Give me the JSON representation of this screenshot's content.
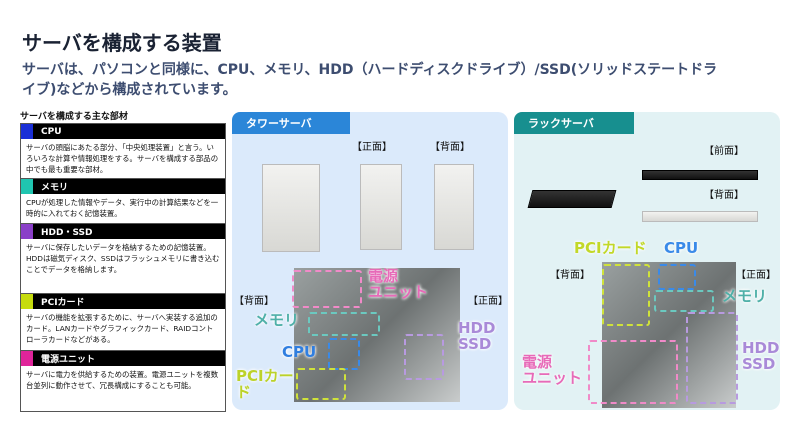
{
  "title": "サーバを構成する装置",
  "subtitle_line1": "サーバは、パソコンと同様に、CPU、メモリ、HDD（ハードディスクドライブ）/SSD(ソリッドステートドラ",
  "subtitle_line2": "イブ)などから構成されています。",
  "parts": {
    "heading": "サーバを構成する主な部材",
    "items": [
      {
        "name": "CPU",
        "color": "#1a2fd6",
        "text": "サーバの頭脳にあたる部分、「中央処理装置」と言う。いろいろな計算や情報処理をする。サーバを構成する部品の中でも最も重要な部材。"
      },
      {
        "name": "メモリ",
        "color": "#1fc5b0",
        "text": "CPUが処理した情報やデータ、実行中の計算結果などを一時的に入れておく記憶装置。"
      },
      {
        "name": "HDD・SSD",
        "color": "#8a3fc8",
        "text": "サーバに保存したいデータを格納するための記憶装置。HDDは磁気ディスク、SSDはフラッシュメモリに書き込むことでデータを格納します。"
      },
      {
        "name": "PCIカード",
        "color": "#c6dc0e",
        "text": "サーバの機能を拡張するために、サーバへ実装する追加のカード。LANカードやグラフィックカード、RAIDコントローラカードなどがある。"
      },
      {
        "name": "電源ユニット",
        "color": "#e0249a",
        "text": "サーバに電力を供給するための装置。電源ユニットを複数台並列に動作させて、冗長構成にすることも可能。"
      }
    ]
  },
  "tower": {
    "tab": "タワーサーバ",
    "front": "【正面】",
    "back": "【背面】",
    "in_back": "【背面】",
    "in_front": "【正面】",
    "power": "電源\nユニット",
    "memory": "メモリ",
    "cpu": "CPU",
    "pci": "PCIカー\nド",
    "hdd": "HDD\nSSD"
  },
  "rack": {
    "tab": "ラックサーバ",
    "front": "【前面】",
    "back": "【背面】",
    "in_back": "【背面】",
    "in_front": "【正面】",
    "pci": "PCIカード",
    "cpu": "CPU",
    "memory": "メモリ",
    "power": "電源\nユニット",
    "hdd": "HDD\nSSD"
  },
  "colors": {
    "tower_tab": "#2b86d8",
    "rack_tab": "#178f8f",
    "tower_bg": "#dbeafb",
    "rack_bg": "#e2f2f4",
    "power": "#f08ac8",
    "memory": "#6bc9c0",
    "cpu": "#3a8ae8",
    "pci": "#cfe23a",
    "hdd": "#b89ae0"
  }
}
